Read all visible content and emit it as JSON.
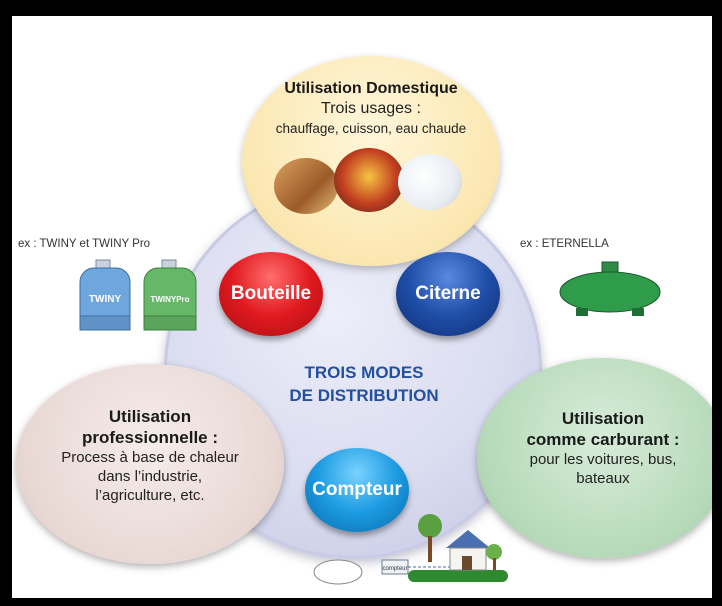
{
  "center": {
    "line1": "TROIS MODES",
    "line2": "DE DISTRIBUTION"
  },
  "modes": {
    "bouteille": "Bouteille",
    "citerne": "Citerne",
    "compteur": "Compteur"
  },
  "domestique": {
    "title": "Utilisation Domestique",
    "subtitle": "Trois usages :",
    "text": "chauffage, cuisson, eau chaude"
  },
  "professionnelle": {
    "title_line1": "Utilisation",
    "title_line2": "professionnelle :",
    "text_line1": "Process à base de chaleur",
    "text_line2": "dans l’industrie,",
    "text_line3": "l’agriculture, etc."
  },
  "carburant": {
    "title_line1": "Utilisation",
    "title_line2": "comme carburant :",
    "text_line1": "pour les voitures, bus,",
    "text_line2": "bateaux"
  },
  "examples": {
    "bouteille": "ex : TWINY et TWINY Pro",
    "citerne": "ex : ETERNELLA"
  },
  "bottle_labels": {
    "twiny": "TWINY",
    "twiny_pro": "TWINYPro"
  },
  "meter_label": "compteur",
  "colors": {
    "bouteille": "#e01a1f",
    "citerne": "#1f4ea8",
    "compteur": "#1c9be2",
    "center_text": "#2450a0",
    "domestique_bg": "#fbe7b1",
    "professionnelle_bg": "#e8d8d4",
    "carburant_bg": "#b5d9b8"
  }
}
